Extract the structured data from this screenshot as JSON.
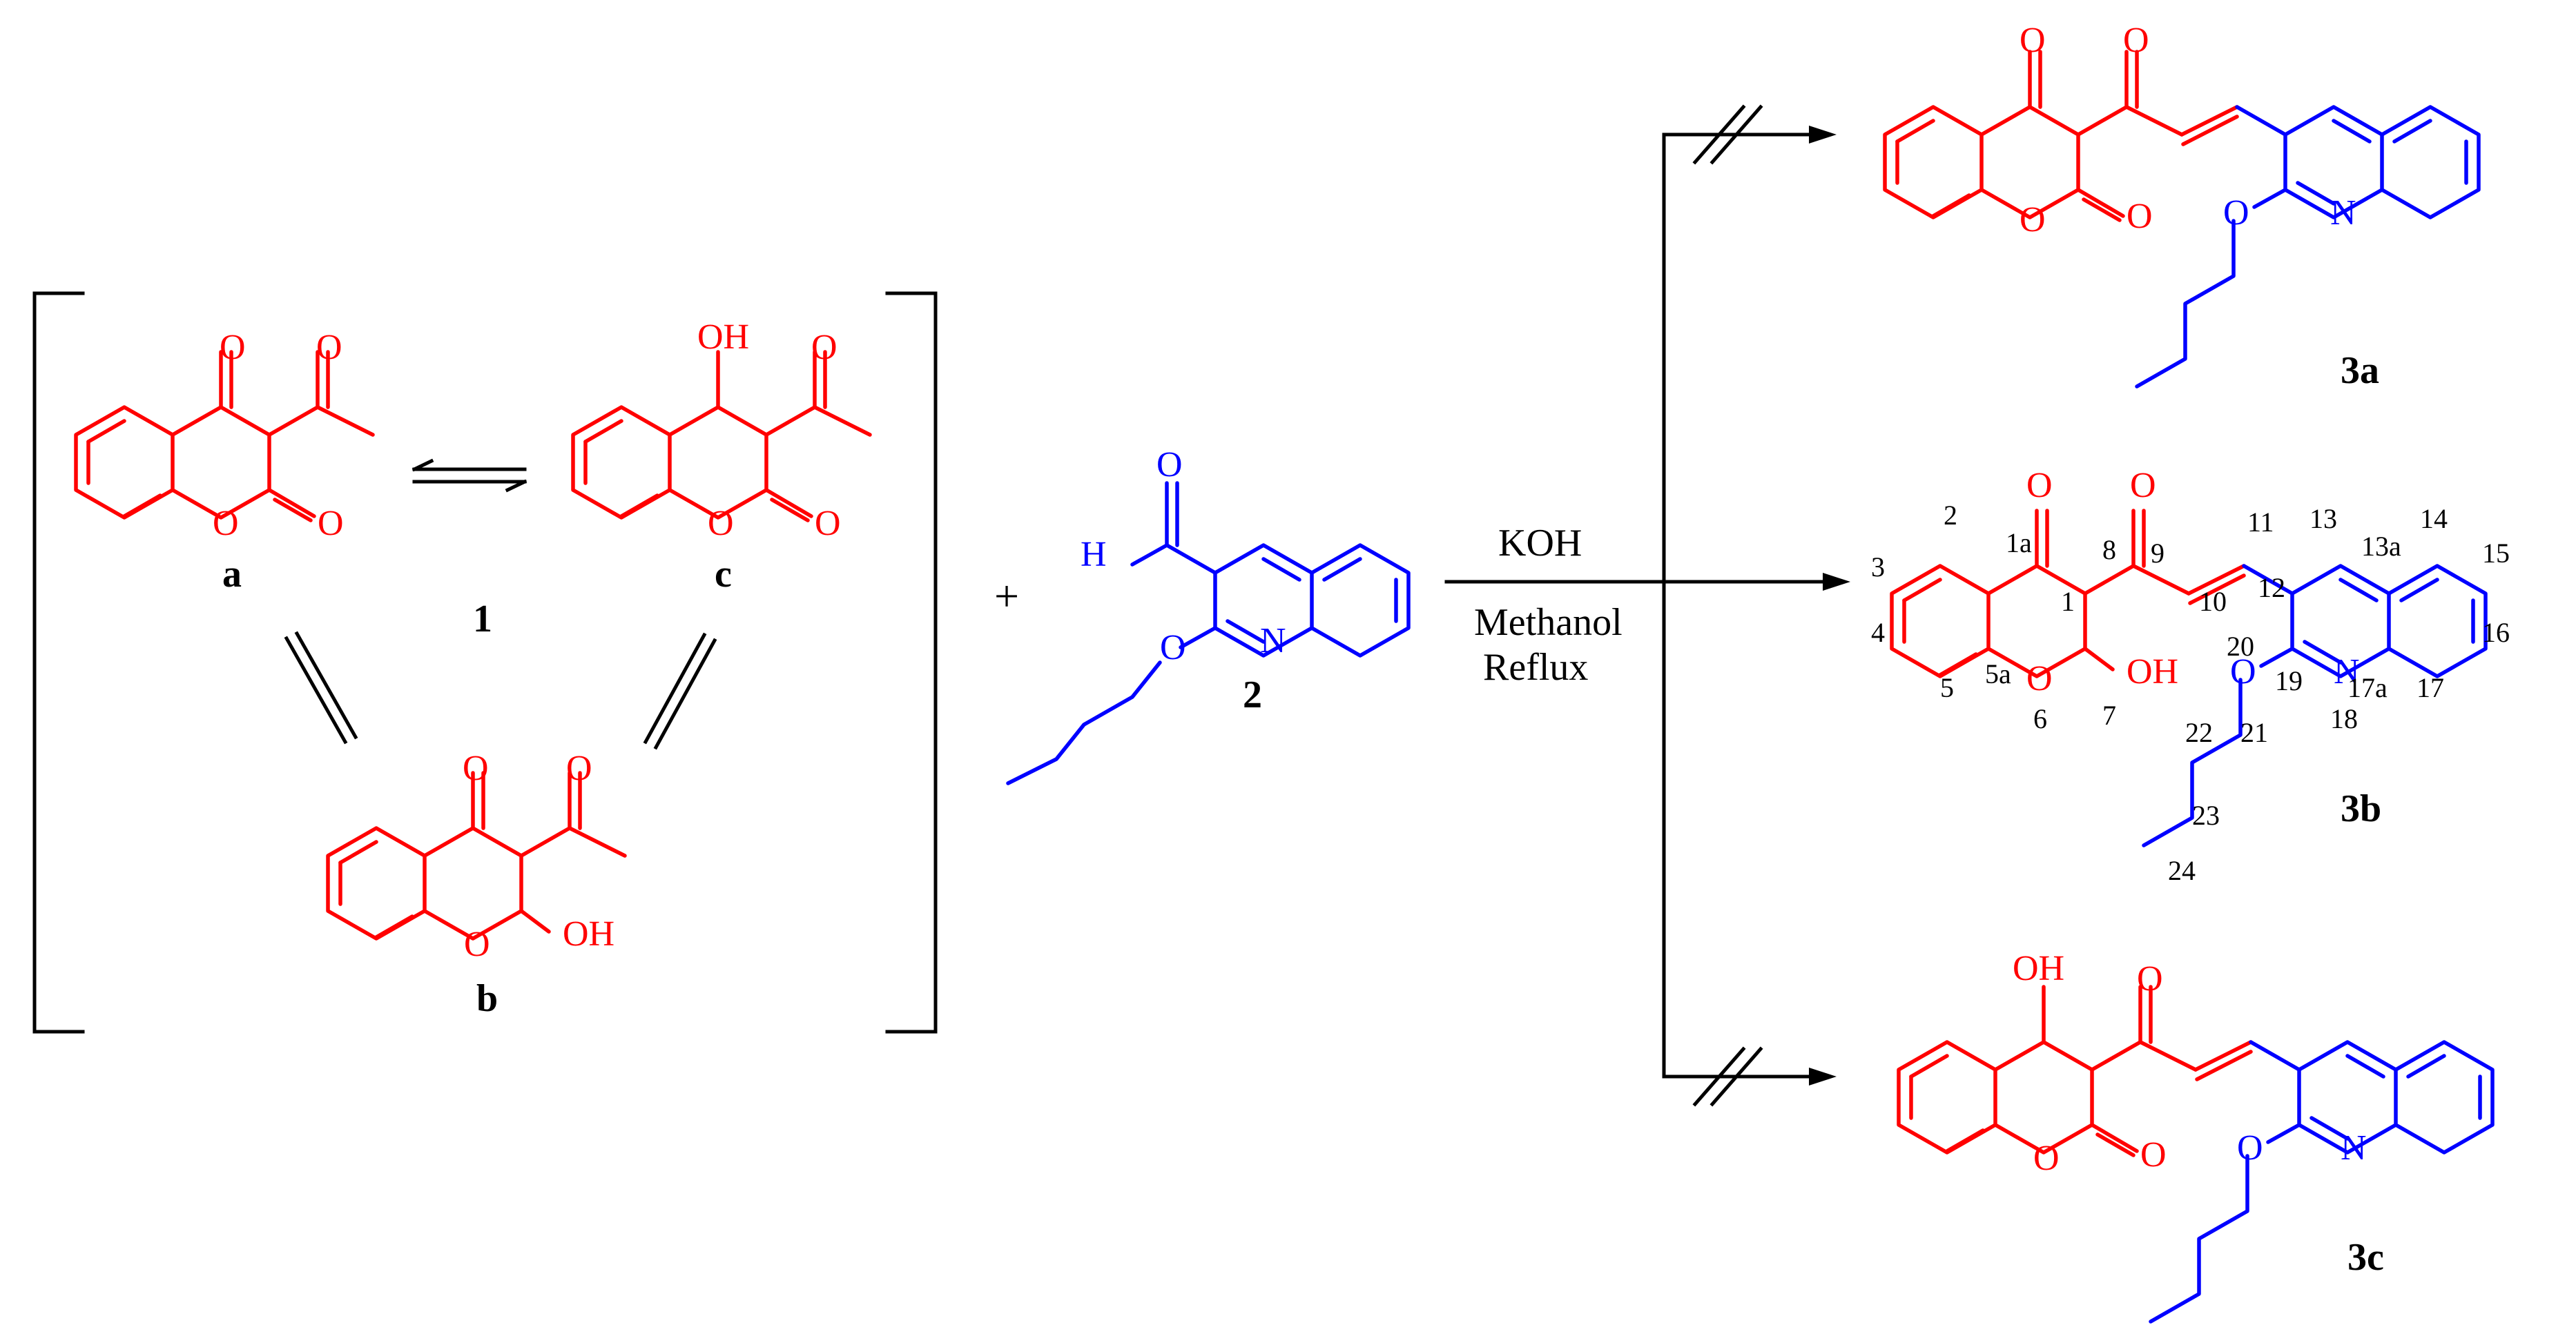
{
  "colors": {
    "coumarin": "#ff0000",
    "quinoline": "#0000ff",
    "text": "#000000"
  },
  "atoms": {
    "O": "O",
    "OH": "OH",
    "N": "N",
    "H": "H"
  },
  "labels": {
    "a": "a",
    "b": "b",
    "c": "c",
    "one": "1",
    "two": "2",
    "p3a": "3a",
    "p3b": "3b",
    "p3c": "3c"
  },
  "plus": "+",
  "conditions": {
    "reagent": "KOH",
    "solvent": "Methanol",
    "temp": "Reflux"
  },
  "numbering": [
    "1",
    "1a",
    "2",
    "3",
    "4",
    "5",
    "5a",
    "6",
    "7",
    "8",
    "9",
    "10",
    "11",
    "12",
    "13",
    "13a",
    "14",
    "15",
    "16",
    "17",
    "17a",
    "18",
    "19",
    "20",
    "21",
    "22",
    "23",
    "24"
  ]
}
